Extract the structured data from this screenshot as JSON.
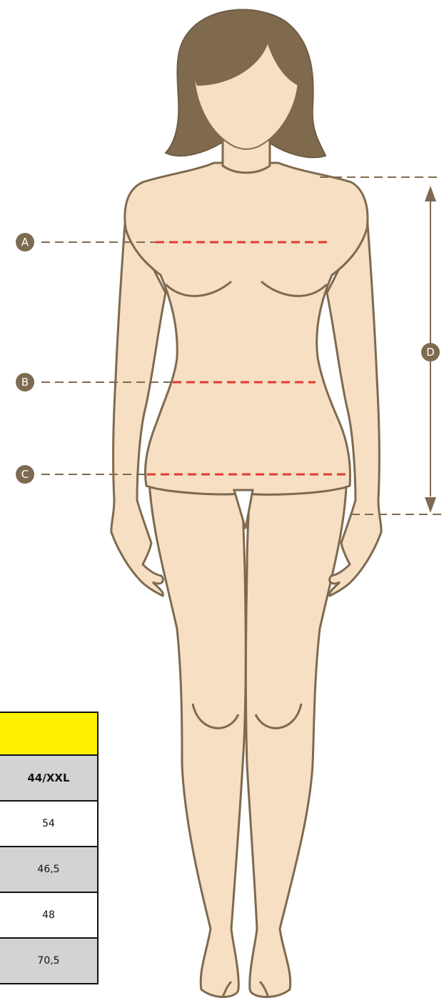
{
  "markers": {
    "a": "A",
    "b": "B",
    "c": "C",
    "d": "D"
  },
  "size_table": {
    "header": "44/XXL",
    "rows": [
      "54",
      "46,5",
      "48",
      "70,5"
    ]
  },
  "colors": {
    "skin": "#f6dfc3",
    "outline": "#7d6a50",
    "hair": "#806a4e",
    "measure_line": "#e23a32",
    "guide_line": "#7d6a50",
    "table_highlight": "#fff200",
    "table_grey": "#d3d3d3"
  }
}
